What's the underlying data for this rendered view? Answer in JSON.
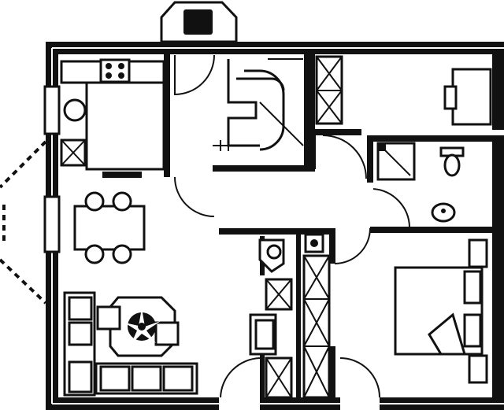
{
  "diagram": {
    "kind": "floor-plan",
    "colors": {
      "ink": "#111111",
      "paper": "#ffffff"
    },
    "rooms": [
      {
        "name": "kitchen",
        "fixtures": [
          "stove-icon",
          "sink-icon",
          "cabinet-icon"
        ]
      },
      {
        "name": "entry-hall",
        "fixtures": [
          "door-icon",
          "stairs-icon"
        ]
      },
      {
        "name": "study",
        "fixtures": [
          "cabinet-icon",
          "desk-icon",
          "chair-icon"
        ]
      },
      {
        "name": "bathroom",
        "fixtures": [
          "shower-icon",
          "toilet-icon",
          "washbasin-icon"
        ]
      },
      {
        "name": "living-dining",
        "fixtures": [
          "dining-table-icon",
          "chair-icon",
          "sofa-icon",
          "coffee-table-icon",
          "plant-icon"
        ]
      },
      {
        "name": "bedroom",
        "fixtures": [
          "bed-icon",
          "nightstand-icon",
          "wardrobe-icon"
        ]
      }
    ]
  }
}
